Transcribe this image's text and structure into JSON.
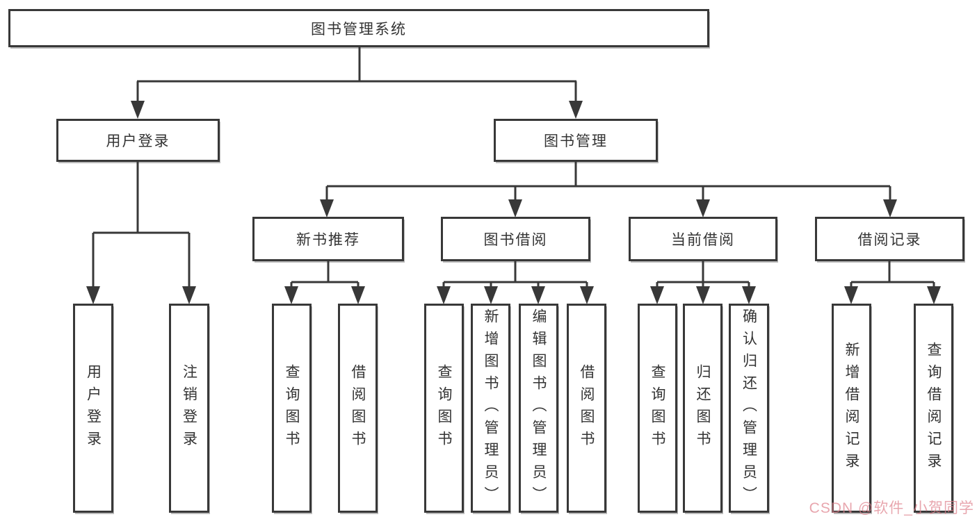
{
  "diagram": {
    "root": {
      "label": "图书管理系统"
    },
    "children": [
      {
        "label": "用户登录",
        "leaves": [
          {
            "label": "用户登录"
          },
          {
            "label": "注销登录"
          }
        ]
      },
      {
        "label": "图书管理",
        "children": [
          {
            "label": "新书推荐",
            "leaves": [
              {
                "label": "查询图书"
              },
              {
                "label": "借阅图书"
              }
            ]
          },
          {
            "label": "图书借阅",
            "leaves": [
              {
                "label": "查询图书"
              },
              {
                "label": "新增图书（管理员）"
              },
              {
                "label": "编辑图书（管理员）"
              },
              {
                "label": "借阅图书"
              }
            ]
          },
          {
            "label": "当前借阅",
            "leaves": [
              {
                "label": "查询图书"
              },
              {
                "label": "归还图书"
              },
              {
                "label": "确认归还（管理员）"
              }
            ]
          },
          {
            "label": "借阅记录",
            "leaves": [
              {
                "label": "新增借阅记录"
              },
              {
                "label": "查询借阅记录"
              }
            ]
          }
        ]
      }
    ]
  },
  "watermark": {
    "text": "CSDN @软件_小贺同学"
  },
  "colors": {
    "line": "#383838",
    "box_border": "#383838",
    "box_fill": "#ffffff",
    "text": "#333333",
    "watermark": "#de808c",
    "background": "#ffffff"
  }
}
